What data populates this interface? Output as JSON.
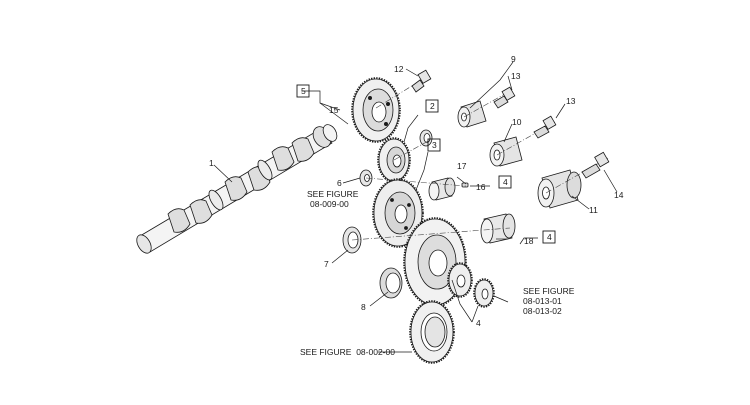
{
  "diagram": {
    "callouts": {
      "c1": "1",
      "c2": "2",
      "c3": "3",
      "c4": "4",
      "c4b": "4",
      "c4c": "4",
      "c5": "5",
      "c6": "6",
      "c7": "7",
      "c8": "8",
      "c9": "9",
      "c10": "10",
      "c11": "11",
      "c12": "12",
      "c13a": "13",
      "c13b": "13",
      "c14": "14",
      "c15": "15",
      "c16": "16",
      "c17": "17",
      "c18": "18"
    },
    "references": {
      "see_figure_1_line1": "SEE FIGURE",
      "see_figure_1_line2": "08-009-00",
      "see_figure_2_line1": "SEE FIGURE",
      "see_figure_2_line2": "08-013-01",
      "see_figure_2_line3": "08-013-02",
      "see_figure_3": "SEE FIGURE  08-002-00"
    }
  }
}
